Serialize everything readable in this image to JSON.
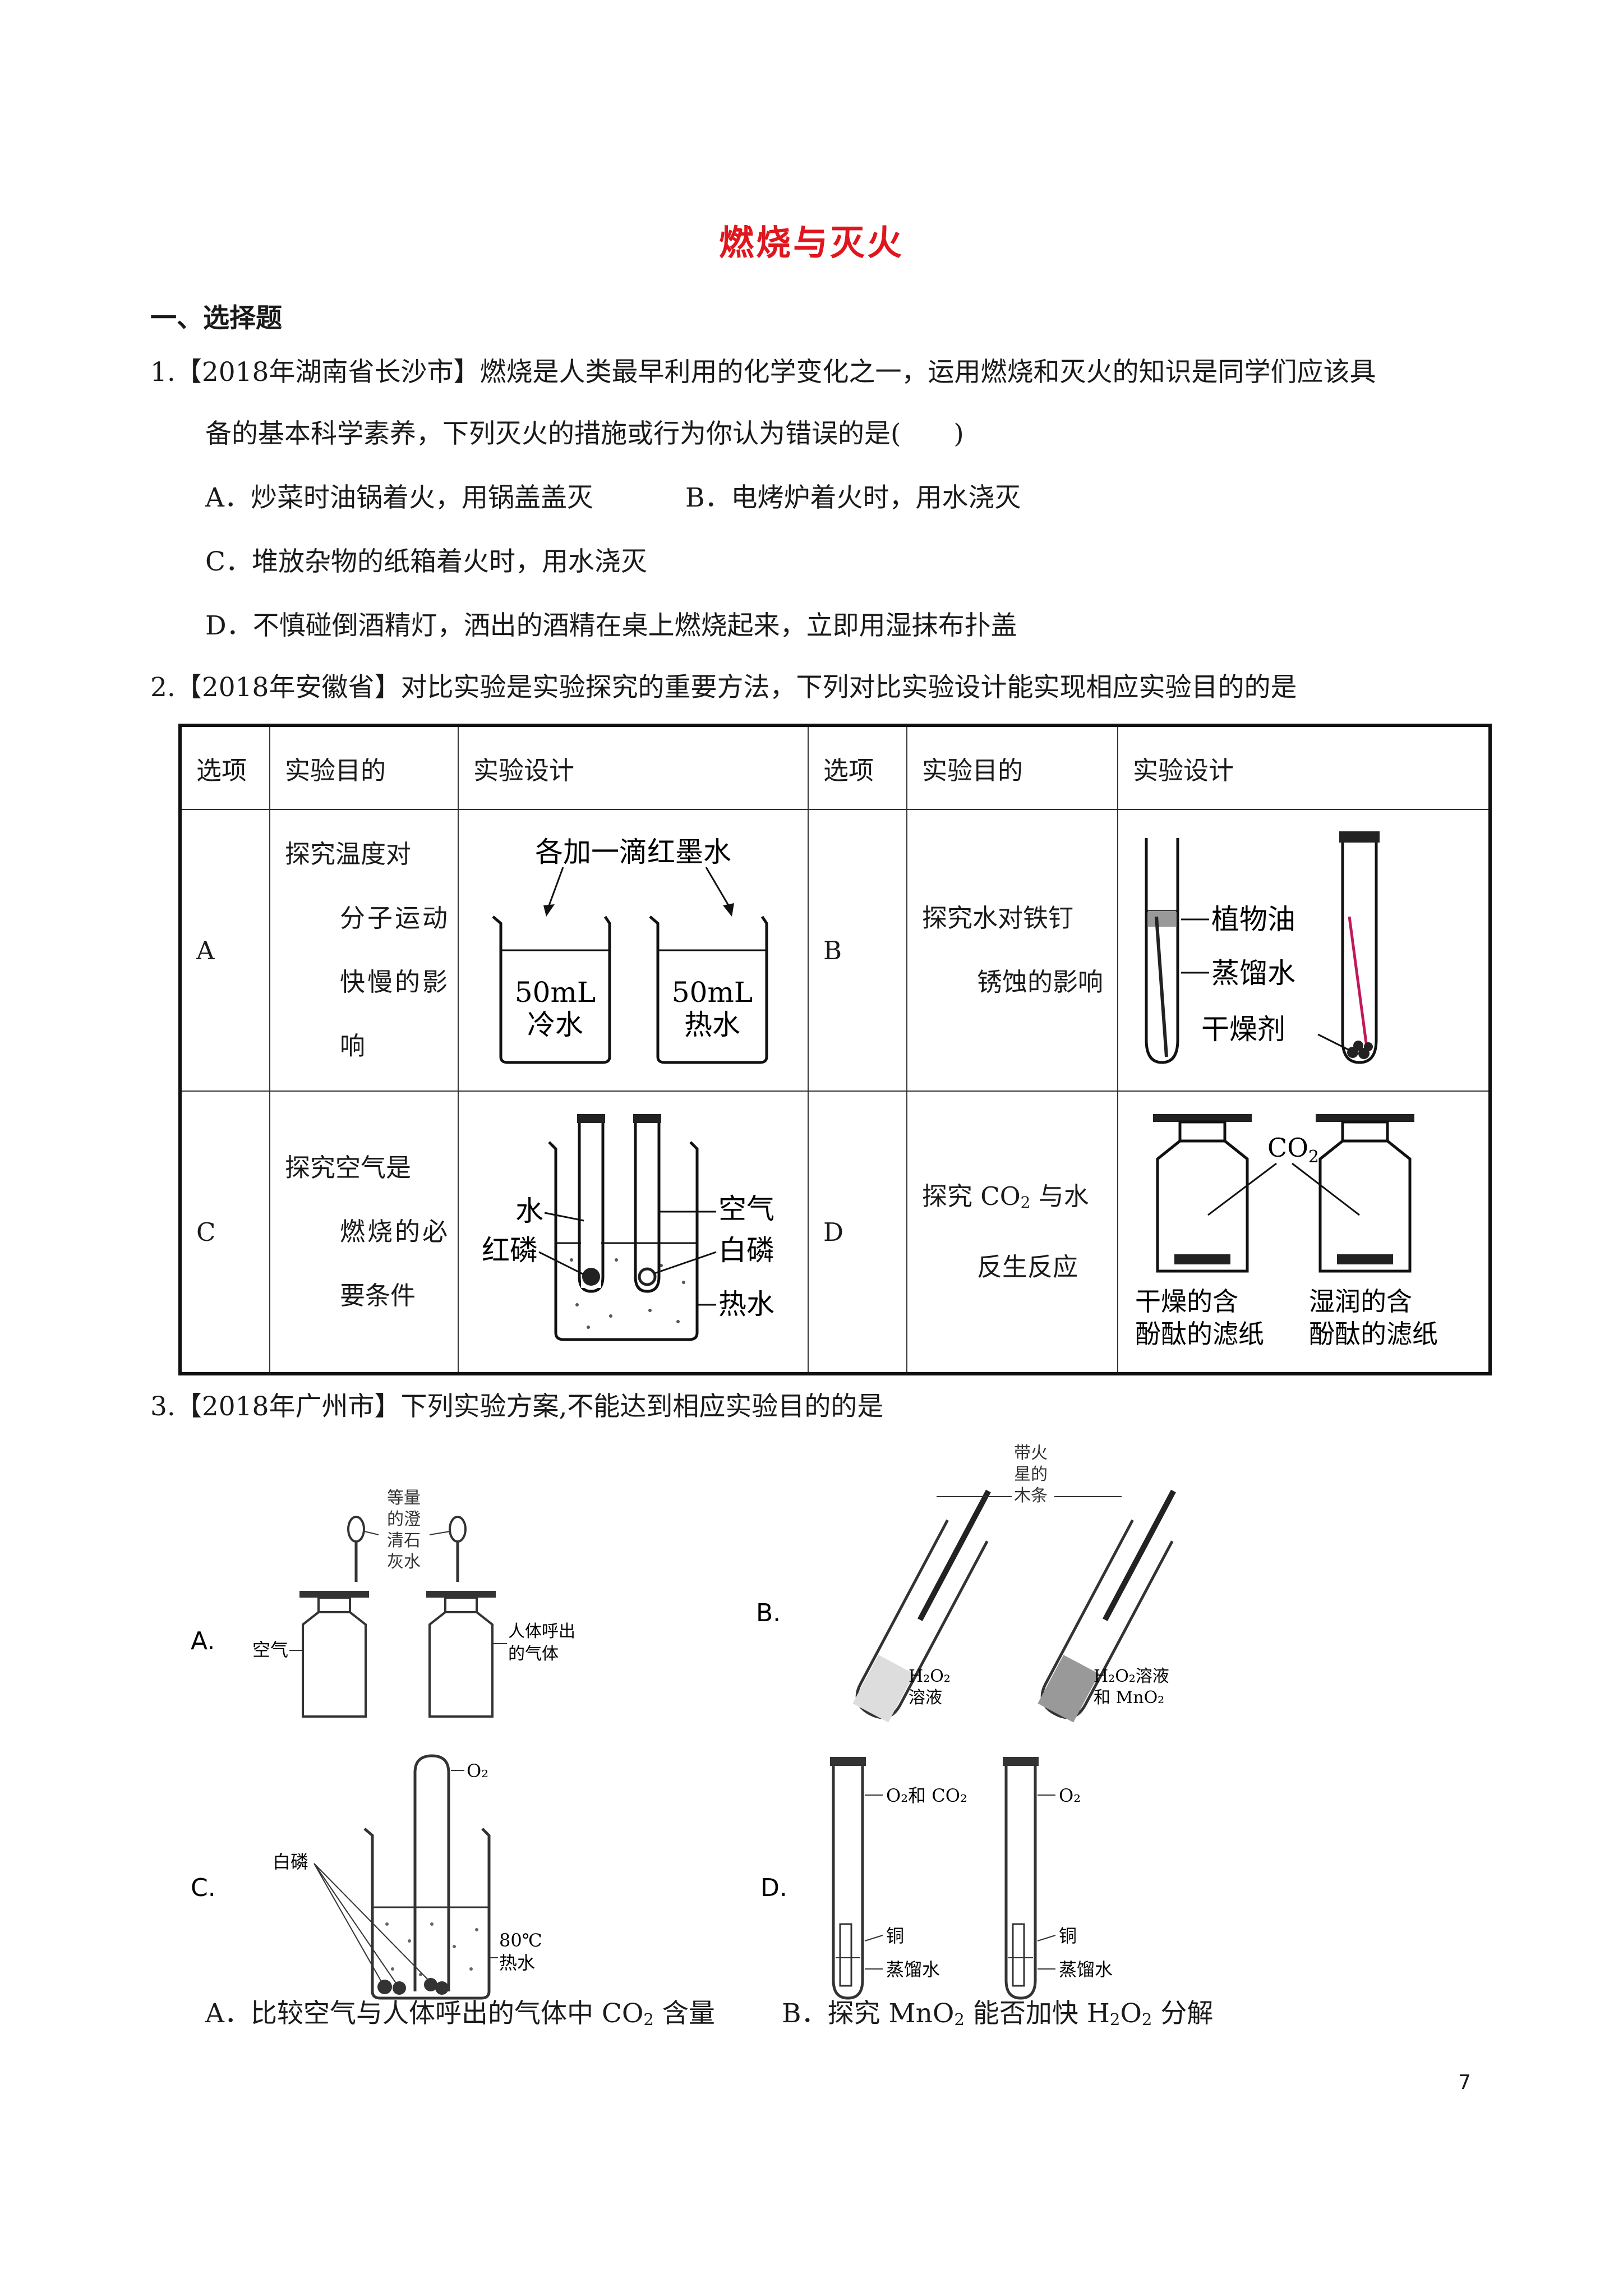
{
  "title": "燃烧与灭火",
  "section": "一、选择题",
  "q1": {
    "line1": "1.【2018年湖南省长沙市】燃烧是人类最早利用的化学变化之一，运用燃烧和灭火的知识是同学们应该具",
    "line2": "备的基本科学素养，下列灭火的措施或行为你认为错误的是(　　)",
    "optA": "A．炒菜时油锅着火，用锅盖盖灭",
    "optB": "B．电烤炉着火时，用水浇灭",
    "optC": "C．堆放杂物的纸箱着火时，用水浇灭",
    "optD": "D．不慎碰倒酒精灯，洒出的酒精在桌上燃烧起来，立即用湿抹布扑盖"
  },
  "q2": {
    "stem": "2.【2018年安徽省】对比实验是实验探究的重要方法，下列对比实验设计能实现相应实验目的的是",
    "headers": [
      "选项",
      "实验目的",
      "实验设计",
      "选项",
      "实验目的",
      "实验设计"
    ],
    "A": {
      "option": "A",
      "purpose_first": "探究温度对",
      "purpose_rest": "分子运动快慢的影响",
      "fig_top": "各加一滴红墨水",
      "beaker1_vol": "50mL",
      "beaker1_name": "冷水",
      "beaker2_vol": "50mL",
      "beaker2_name": "热水"
    },
    "B": {
      "option": "B",
      "purpose_first": "探究水对铁钉",
      "purpose_rest": "锈蚀的影响",
      "label_oil": "植物油",
      "label_water": "蒸馏水",
      "label_dry": "干燥剂"
    },
    "C": {
      "option": "C",
      "purpose_first": "探究空气是",
      "purpose_rest": "燃烧的必要条件",
      "label_water": "水",
      "label_red": "红磷",
      "label_air": "空气",
      "label_white": "白磷",
      "label_hot": "热水"
    },
    "D": {
      "option": "D",
      "purpose_pre": "探究 CO",
      "purpose_sub": "2",
      "purpose_post": " 与水",
      "purpose_rest": "反生反应",
      "label_co2": "CO",
      "label_co2_sub": "2",
      "label_dry1": "干燥的含",
      "label_dry2": "酚酞的滤纸",
      "label_wet1": "湿润的含",
      "label_wet2": "酚酞的滤纸"
    }
  },
  "q3": {
    "stem": "3.【2018年广州市】下列实验方案,不能达到相应实验目的的是",
    "figA": {
      "letter": "A.",
      "top1": "等量",
      "top2": "的澄",
      "top3": "清石",
      "top4": "灰水",
      "air": "空气",
      "breath1": "人体呼出",
      "breath2": "的气体"
    },
    "figB": {
      "letter": "B.",
      "stick1": "带火",
      "stick2": "星的",
      "stick3": "木条",
      "left1": "H₂O₂",
      "left2": "溶液",
      "right1": "H₂O₂溶液",
      "right2": "和 MnO₂"
    },
    "figC": {
      "letter": "C.",
      "o2": "O₂",
      "white": "白磷",
      "temp": "80℃",
      "hot": "热水"
    },
    "figD": {
      "letter": "D.",
      "gas1": "O₂和 CO₂",
      "gas2": "O₂",
      "cu1": "铜",
      "cu2": "铜",
      "w1": "蒸馏水",
      "w2": "蒸馏水"
    },
    "optA_pre": "A．比较空气与人体呼出的气体中 CO",
    "optA_sub": "2",
    "optA_post": " 含量",
    "optB_pre": "B．探究 MnO",
    "optB_sub1": "2",
    "optB_mid": " 能否加快 H",
    "optB_sub2": "2",
    "optB_o": "O",
    "optB_sub3": "2",
    "optB_post": " 分解"
  },
  "page_number": "7"
}
